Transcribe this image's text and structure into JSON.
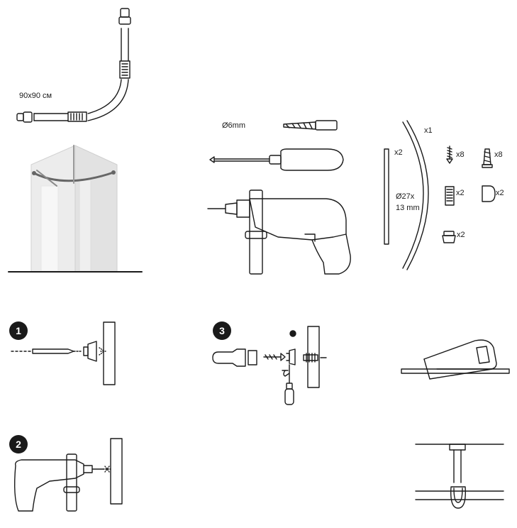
{
  "labels": {
    "size": "90x90 см",
    "drill_bit": "Ø6mm",
    "rod_count": "x2",
    "curve_count": "x1",
    "diameter": "Ø27x",
    "diameter_2": "13 mm",
    "screw_count": "x8",
    "anchor_count": "x8",
    "connector_count": "x2",
    "end_cap_count": "x2",
    "bracket_count": "x2"
  },
  "steps": [
    "1",
    "2",
    "3"
  ]
}
